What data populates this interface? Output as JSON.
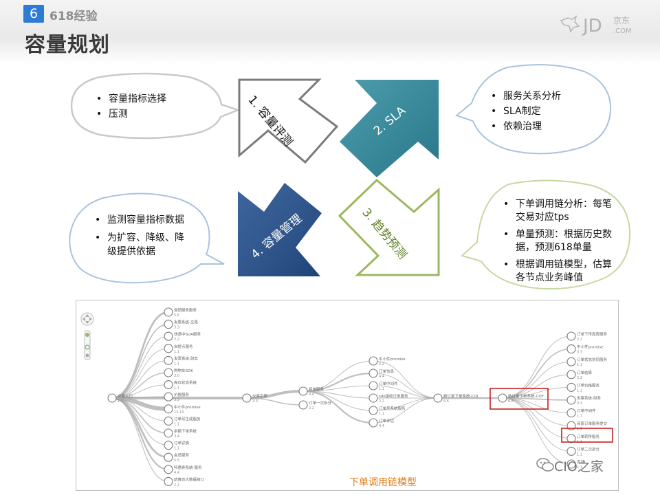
{
  "section": {
    "number": "6",
    "title": "618经验"
  },
  "page_title": "容量规划",
  "logo": {
    "mark": "JD",
    "cn": "京东",
    "domain": ".COM"
  },
  "quadrants": [
    {
      "label": "1. 容量评测",
      "bullets": [
        "容量指标选择",
        "压测"
      ]
    },
    {
      "label": "2. SLA",
      "bullets": [
        "服务关系分析",
        "SLA制定",
        "依赖治理"
      ]
    },
    {
      "label": "3. 趋势预测",
      "bullets": [
        "下单调用链分析：每笔交易对应tps",
        "单量预测：根据历史数据，预测618单量",
        "根据调用链模型，估算各节点业务峰值"
      ]
    },
    {
      "label": "4. 容量管理",
      "bullets": [
        "监测容量指标数据",
        "为扩容、降级、降级提供依据"
      ]
    }
  ],
  "colors": {
    "teal": "#2e8ca0",
    "navy": "#23508f",
    "green": "#9bb85e",
    "gray": "#8f8f8f",
    "caption": "#e07b12",
    "highlight": "#c81e1e"
  },
  "diagram": {
    "caption": "下单调用链模型",
    "root": {
      "label": "交易入口",
      "value": "1.2"
    },
    "left_fan": [
      {
        "label": "促销服务服务",
        "value": "5.6"
      },
      {
        "label": "发票系统-交易",
        "value": "3.3"
      },
      {
        "label": "快递中SOA服务",
        "value": "2.2"
      },
      {
        "label": "自提点服务",
        "value": "1.1"
      },
      {
        "label": "发票系统-财务",
        "value": "1.1"
      },
      {
        "label": "购物车SDK",
        "value": "3.0"
      },
      {
        "label": "库存状态系统",
        "value": "1.1"
      },
      {
        "label": "价格服务",
        "value": "3.3"
      },
      {
        "label": "中小件promise",
        "value": "13.13"
      },
      {
        "label": "订单号生成服务",
        "value": "1.1"
      },
      {
        "label": "余额下单系统",
        "value": "3.4"
      },
      {
        "label": "订单详情",
        "value": "1.1"
      },
      {
        "label": "会员服务",
        "value": "5.5"
      },
      {
        "label": "特惠券系统-服务",
        "value": "4.4"
      },
      {
        "label": "结算页大数据接口",
        "value": "2.2"
      }
    ],
    "chain": [
      {
        "label": "交易引擎",
        "value": "3.3"
      },
      {
        "label": "拆单服务",
        "value": "4.4"
      },
      {
        "label": "新订单下单系统-COI",
        "value": "6.6"
      },
      {
        "label": "新订单下单系统-COF",
        "value": "6.6"
      }
    ],
    "chain_side": {
      "label": "订单一次拆分",
      "value": "2.2"
    },
    "mid_fan": [
      {
        "label": "中小件promise",
        "value": "2.2"
      },
      {
        "label": "订单信息",
        "value": "4.4"
      },
      {
        "label": "订单中间件",
        "value": "1.1"
      },
      {
        "label": "sdk接收订单服务",
        "value": "2.2"
      },
      {
        "label": "订单号系统服务",
        "value": "1.1"
      },
      {
        "label": "订单评估",
        "value": "4.4"
      }
    ],
    "right_fan": [
      {
        "label": "订单下传库房服务",
        "value": "2.2"
      },
      {
        "label": "中小件promise",
        "value": "3.3"
      },
      {
        "label": "订单状态协同服务",
        "value": "1.1"
      },
      {
        "label": "订单结算",
        "value": "2.2"
      },
      {
        "label": "订单价格服务",
        "value": "1.1"
      },
      {
        "label": "发票系统-财务",
        "value": "3.3"
      },
      {
        "label": "订单中间件",
        "value": "1.1"
      },
      {
        "label": "商家订单服务提交",
        "value": "1.1"
      },
      {
        "label": "订单转移服务",
        "value": "1.1"
      },
      {
        "label": "订单二次拆分",
        "value": "1.1"
      },
      {
        "label": "库存",
        "value": "1.1"
      }
    ]
  },
  "watermark": "CIO之家"
}
